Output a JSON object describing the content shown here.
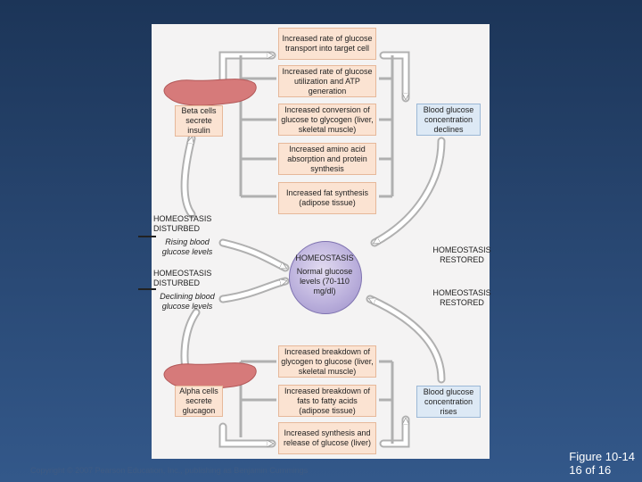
{
  "boxes_top": [
    {
      "id": "transport",
      "text": "Increased rate of glucose transport into target cell"
    },
    {
      "id": "utilization",
      "text": "Increased rate of glucose utilization and ATP generation"
    },
    {
      "id": "glycogen",
      "text": "Increased conversion of glucose to glycogen (liver, skeletal muscle)"
    },
    {
      "id": "amino",
      "text": "Increased amino acid absorption and protein synthesis"
    },
    {
      "id": "fat",
      "text": "Increased fat synthesis (adipose tissue)"
    }
  ],
  "boxes_bottom": [
    {
      "id": "breakdown_glycogen",
      "text": "Increased breakdown of glycogen to glucose (liver, skeletal muscle)"
    },
    {
      "id": "breakdown_fats",
      "text": "Increased breakdown of fats to fatty acids (adipose tissue)"
    },
    {
      "id": "release",
      "text": "Increased synthesis and release of glucose (liver)"
    }
  ],
  "beta_cells": "Beta cells secrete insulin",
  "alpha_cells": "Alpha cells secrete glucagon",
  "glucose_declines": "Blood glucose concentration declines",
  "glucose_rises": "Blood glucose concentration rises",
  "homeostasis_disturbed_1": "HOMEOSTASIS DISTURBED",
  "rising_levels": "Rising blood glucose levels",
  "homeostasis_disturbed_2": "HOMEOSTASIS DISTURBED",
  "declining_levels": "Declining blood glucose levels",
  "homeostasis_title": "HOMEOSTASIS",
  "normal_levels": "Normal glucose levels (70-110 mg/dl)",
  "restored_1": "HOMEOSTASIS RESTORED",
  "restored_2": "HOMEOSTASIS RESTORED",
  "figure_caption": "Figure 10-14",
  "figure_page": "16 of 16",
  "copyright": "Copyright © 2007 Pearson Education, Inc., publishing as Benjamin Cummings",
  "colors": {
    "orange_box": "#fbe3d2",
    "blue_box": "#dde9f5",
    "circle": "#b9aedb",
    "background": "#27456f"
  }
}
